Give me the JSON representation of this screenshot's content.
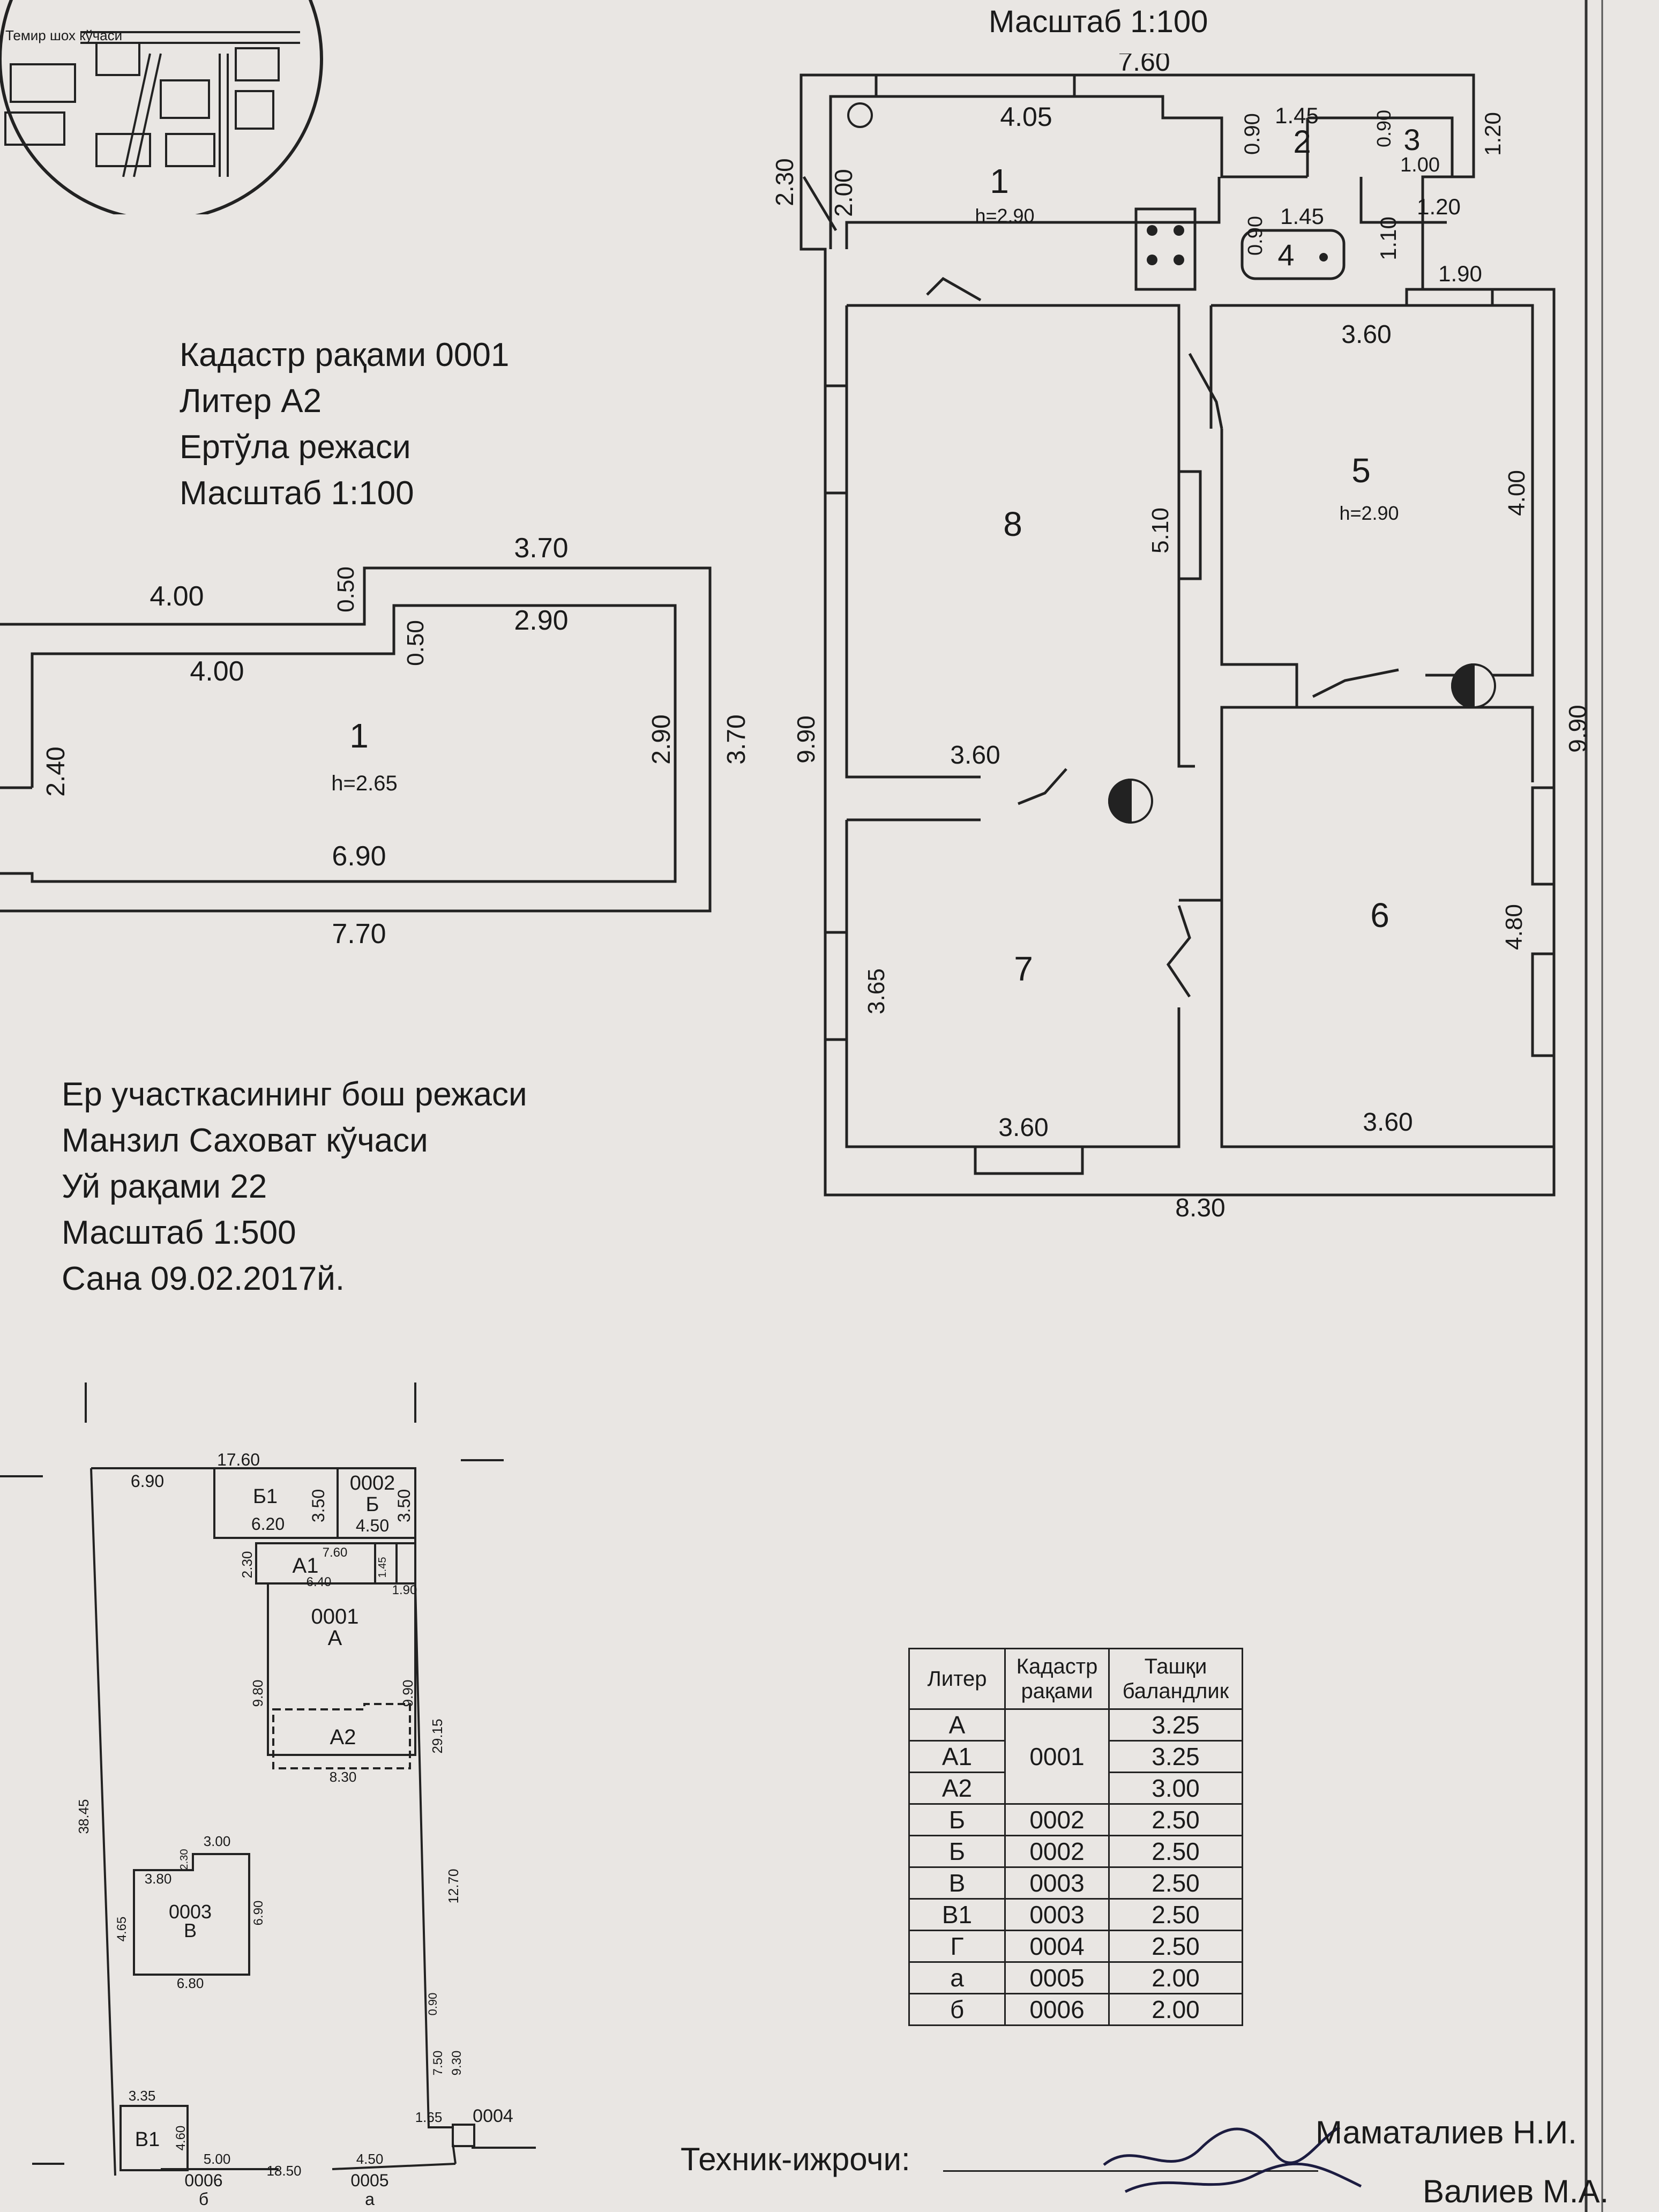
{
  "scale_top": "Масштаб 1:100",
  "basement": {
    "lines": [
      "Кадастр рақами 0001",
      "Литер А2",
      "Ертўла режаси",
      "Масштаб 1:100"
    ],
    "dims": {
      "top_right": "3.70",
      "top_left": "4.00",
      "step_outer": "0.50",
      "step_inner": "0.50",
      "inner_top": "2.90",
      "inner_left": "4.00",
      "left": "2.40",
      "right_inner": "2.90",
      "right_outer": "3.70",
      "bottom_inner": "6.90",
      "bottom_outer": "7.70"
    },
    "room": {
      "number": "1",
      "height": "h=2.65"
    }
  },
  "site": {
    "lines": [
      "Ер участкасининг бош режаси",
      "Манзил Саховат кўчаси",
      "Уй рақами 22",
      "Масштаб 1:500",
      "Сана 09.02.2017й."
    ],
    "labels": {
      "top": "17.60",
      "top_left": "6.90",
      "b1": "Б1",
      "b1_dim": "6.20",
      "b1_side": "3.50",
      "b_code": "0002",
      "b": "Б",
      "b_dim": "4.50",
      "b_side": "3.50",
      "a1": "А1",
      "a1_top": "7.60",
      "a1_bottom": "6.40",
      "a1_left": "2.30",
      "a1_right": "1.90",
      "a1_small": "1.45",
      "a_code": "0001",
      "a": "А",
      "a_left": "9.80",
      "a_right": "9.90",
      "a2": "А2",
      "a_bottom": "8.30",
      "right_side": "29.15",
      "right_lower": "12.70",
      "left_side": "38.45",
      "v_top": "3.00",
      "v_step": "3.80",
      "v_small": "2.30",
      "v_code": "0003",
      "v": "В",
      "v_left": "4.65",
      "v_right": "6.90",
      "v_bottom": "6.80",
      "r_small": "0.90",
      "r_a": "7.50",
      "r_b": "9.30",
      "v1_top": "3.35",
      "v1": "В1",
      "v1_side": "4.60",
      "v1_bottom": "5.00",
      "g_dim": "1.65",
      "g_code": "0004",
      "gap": "18.50",
      "a_low_dim": "4.50",
      "b06_code": "0006",
      "b06": "б",
      "a05_code": "0005",
      "a05": "а"
    }
  },
  "plan": {
    "dims": {
      "top": "7.60",
      "r1_top": "4.05",
      "left_ext": "2.30",
      "r1_left": "2.00",
      "r2_top": "1.45",
      "r2_left": "0.90",
      "r3_top": "0.90",
      "r3_bottom": "1.00",
      "r3_right": "1.20",
      "r4_top": "1.45",
      "r4_left": "0.90",
      "r4_right": "1.10",
      "r4_right2": "1.20",
      "notch": "1.90",
      "r5_top": "3.60",
      "r8_right": "5.10",
      "r5_right": "4.00",
      "outer_left": "9.90",
      "outer_right": "9.90",
      "r8_bottom": "3.60",
      "r7_left": "3.65",
      "r6_right": "4.80",
      "r7_bottom": "3.60",
      "r6_bottom": "3.60",
      "bottom": "8.30"
    },
    "rooms": [
      {
        "num": "1",
        "h": "h=2.90"
      },
      {
        "num": "2"
      },
      {
        "num": "3"
      },
      {
        "num": "4"
      },
      {
        "num": "5",
        "h": "h=2.90"
      },
      {
        "num": "6"
      },
      {
        "num": "7"
      },
      {
        "num": "8"
      }
    ]
  },
  "table": {
    "headers": [
      "Литер",
      "Кадастр рақами",
      "Ташқи баландлик"
    ],
    "rows": [
      {
        "liter": "А",
        "cad": "",
        "h": "3.25"
      },
      {
        "liter": "А1",
        "cad": "0001",
        "h": "3.25"
      },
      {
        "liter": "А2",
        "cad": "",
        "h": "3.00"
      },
      {
        "liter": "Б",
        "cad": "0002",
        "h": "2.50"
      },
      {
        "liter": "Б",
        "cad": "0002",
        "h": "2.50"
      },
      {
        "liter": "В",
        "cad": "0003",
        "h": "2.50"
      },
      {
        "liter": "В1",
        "cad": "0003",
        "h": "2.50"
      },
      {
        "liter": "Г",
        "cad": "0004",
        "h": "2.50"
      },
      {
        "liter": "а",
        "cad": "0005",
        "h": "2.00"
      },
      {
        "liter": "б",
        "cad": "0006",
        "h": "2.00"
      }
    ]
  },
  "signature": {
    "label": "Техник-ижрочи:",
    "names": [
      "Маматалиев Н.И.",
      "Валиев М.А."
    ]
  },
  "map_streets": [
    "Темир шох кўчаси"
  ]
}
